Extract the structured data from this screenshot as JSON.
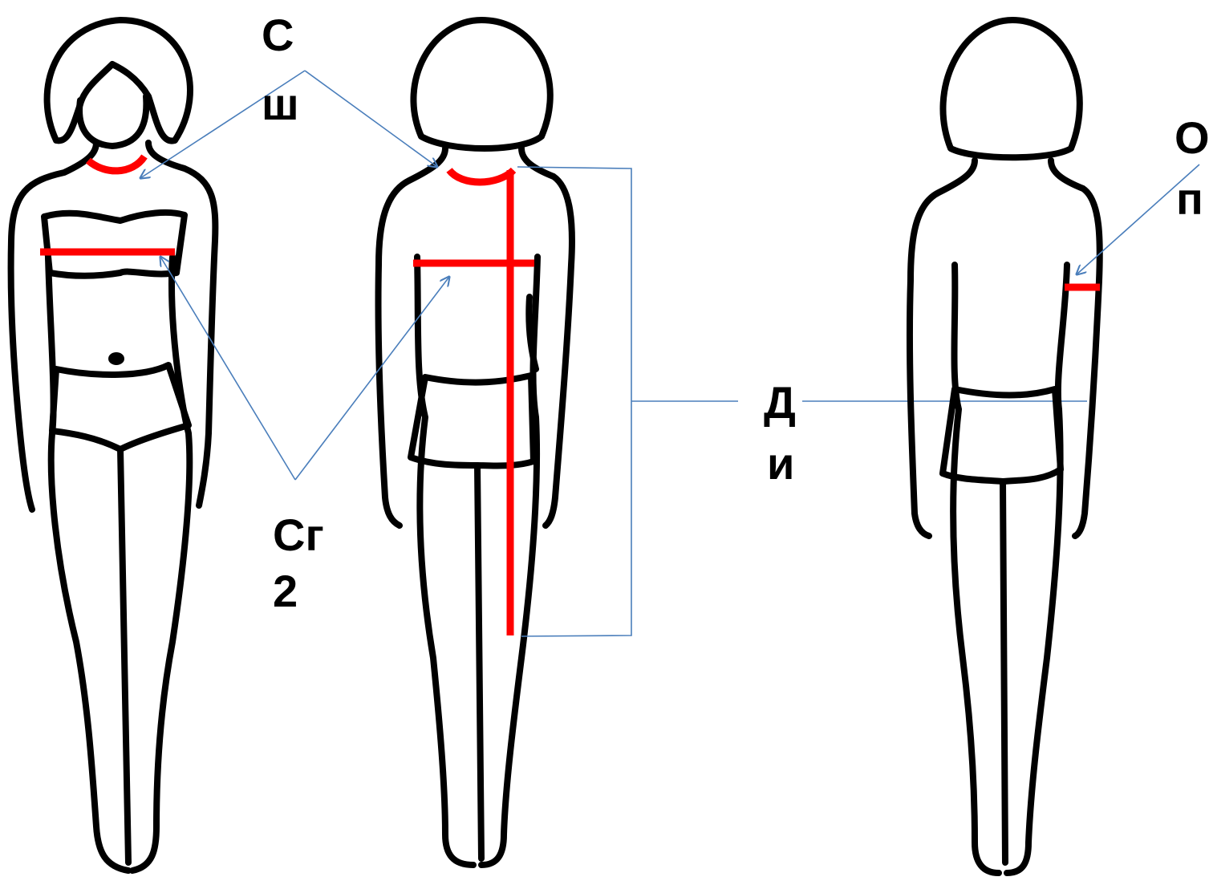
{
  "labels": {
    "neck": [
      "С",
      "ш"
    ],
    "chest": [
      "Сг",
      "2"
    ],
    "length": [
      "Д",
      "и"
    ],
    "arm": [
      "О",
      "п"
    ]
  },
  "colors": {
    "outline": "#000000",
    "measure": "#ff0000",
    "pointer": "#4a7ebb"
  }
}
